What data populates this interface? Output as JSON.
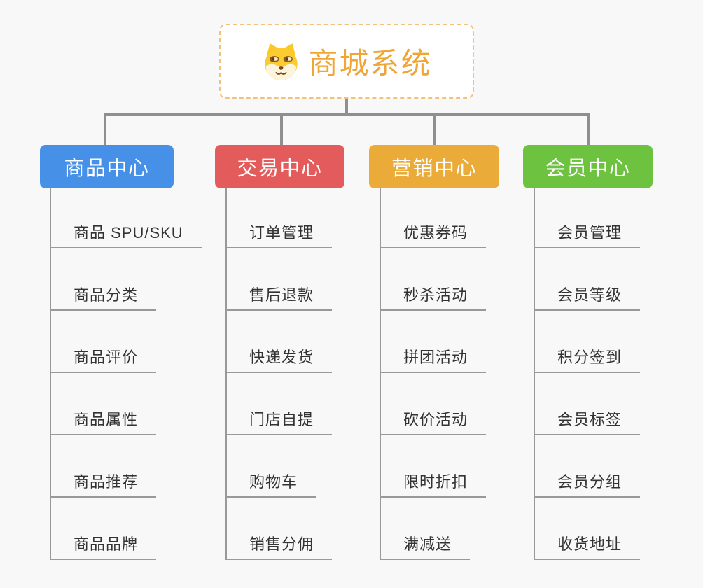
{
  "root": {
    "title": "商城系统",
    "icon": "shiba-dog-icon",
    "text_color": "#F0A636",
    "border_color": "#F2C27D"
  },
  "branches": [
    {
      "label": "商品中心",
      "color": "#4690E8",
      "items": [
        "商品 SPU/SKU",
        "商品分类",
        "商品评价",
        "商品属性",
        "商品推荐",
        "商品品牌"
      ]
    },
    {
      "label": "交易中心",
      "color": "#E45B5B",
      "items": [
        "订单管理",
        "售后退款",
        "快递发货",
        "门店自提",
        "购物车",
        "销售分佣"
      ]
    },
    {
      "label": "营销中心",
      "color": "#EBAB38",
      "items": [
        "优惠券码",
        "秒杀活动",
        "拼团活动",
        "砍价活动",
        "限时折扣",
        "满减送"
      ]
    },
    {
      "label": "会员中心",
      "color": "#6DC23F",
      "items": [
        "会员管理",
        "会员等级",
        "积分签到",
        "会员标签",
        "会员分组",
        "收货地址"
      ]
    }
  ],
  "connectors": {
    "main_color": "#8F8F8F",
    "sub_color": "#999999"
  },
  "background": "#F8F8F8"
}
